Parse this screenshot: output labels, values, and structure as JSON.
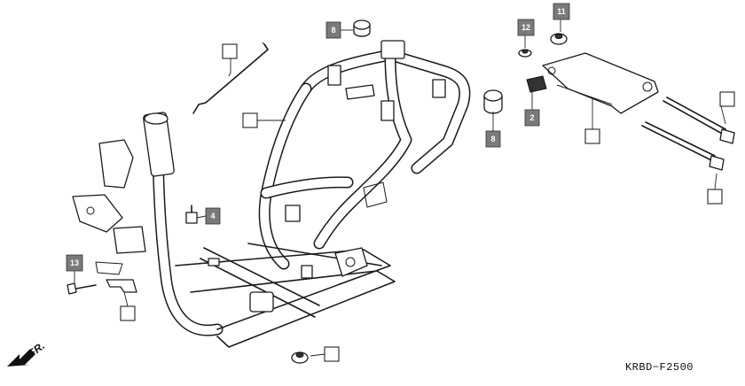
{
  "diagram": {
    "code": "KRBD−F2500",
    "direction_label": "FR.",
    "callouts": [
      {
        "id": "c8a",
        "label": "8"
      },
      {
        "id": "c12",
        "label": "12"
      },
      {
        "id": "c11",
        "label": "11"
      },
      {
        "id": "c2",
        "label": "2"
      },
      {
        "id": "c8b",
        "label": "8"
      },
      {
        "id": "c4",
        "label": "4"
      },
      {
        "id": "c13",
        "label": "13"
      }
    ]
  }
}
